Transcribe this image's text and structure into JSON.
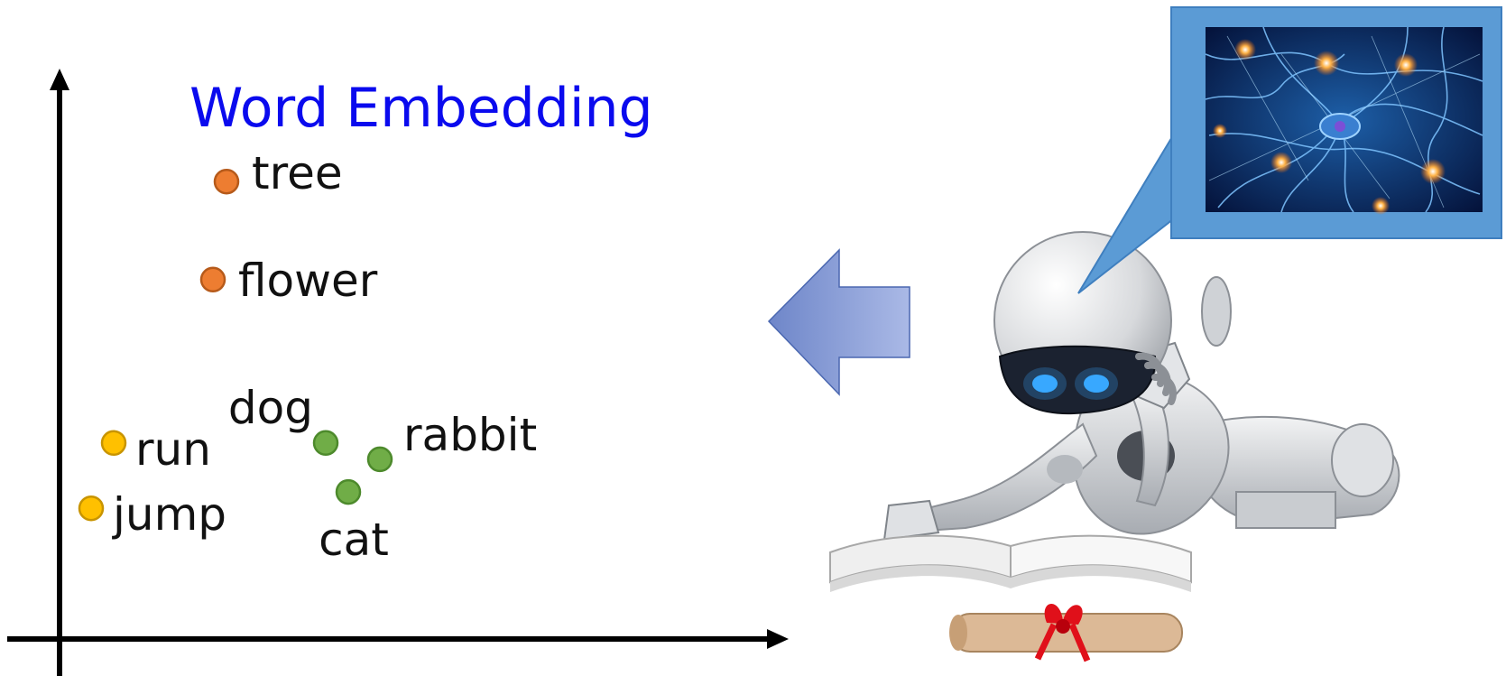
{
  "title": "Word Embedding",
  "colors": {
    "title": "#0a0aee",
    "axis": "#000000",
    "verb": "#ffc000",
    "plant": "#ed7d31",
    "animal": "#70ad47",
    "arrow": "#8fa4d8",
    "bubble": "#5b9bd5"
  },
  "chart_data": {
    "type": "scatter",
    "title": "Word Embedding",
    "xlabel": "",
    "ylabel": "",
    "grid": false,
    "points": [
      {
        "label": "tree",
        "group": "plant",
        "x": 3.7,
        "y": 5.6
      },
      {
        "label": "flower",
        "group": "plant",
        "x": 3.4,
        "y": 4.4
      },
      {
        "label": "run",
        "group": "verb",
        "x": 1.2,
        "y": 2.4
      },
      {
        "label": "jump",
        "group": "verb",
        "x": 0.7,
        "y": 1.6
      },
      {
        "label": "dog",
        "group": "animal",
        "x": 5.9,
        "y": 2.4
      },
      {
        "label": "rabbit",
        "group": "animal",
        "x": 7.1,
        "y": 2.2
      },
      {
        "label": "cat",
        "group": "animal",
        "x": 6.4,
        "y": 1.8
      }
    ]
  },
  "illustration": {
    "left_arrow_icon": "left-arrow-icon",
    "robot_icon": "reading-robot-icon",
    "book_icon": "open-book-icon",
    "scroll_icon": "diploma-scroll-icon",
    "speech_bubble_icon": "speech-bubble-icon",
    "neurons_icon": "neural-network-icon"
  }
}
